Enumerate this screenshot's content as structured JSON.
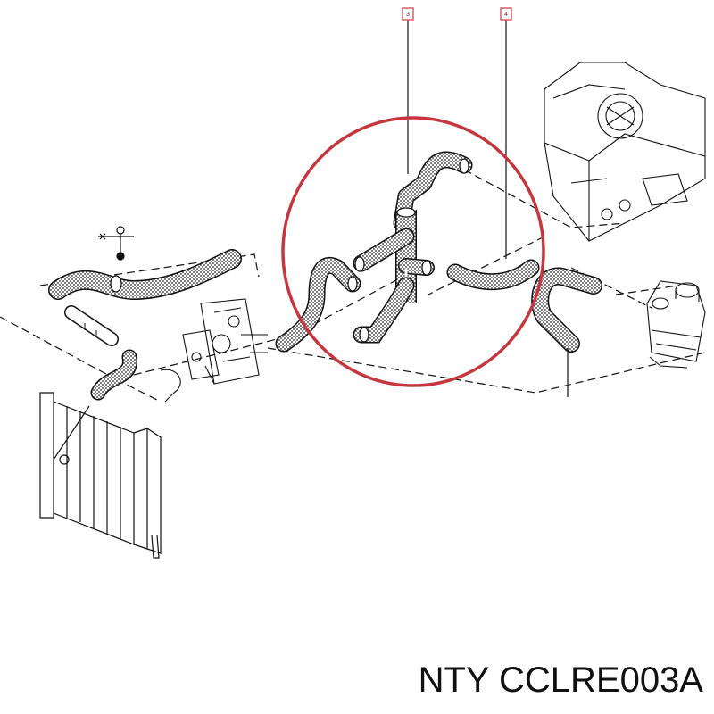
{
  "callouts": [
    {
      "label": "3"
    },
    {
      "label": "4"
    }
  ],
  "caption": "NTY CCLRE003A",
  "icons": [
    "radiator",
    "heater-box",
    "expansion-tank",
    "engine-block",
    "bolt",
    "clamp"
  ],
  "colors": {
    "highlight": "#c4373f",
    "linework": "#111111",
    "callout_box": "#d0585c"
  }
}
